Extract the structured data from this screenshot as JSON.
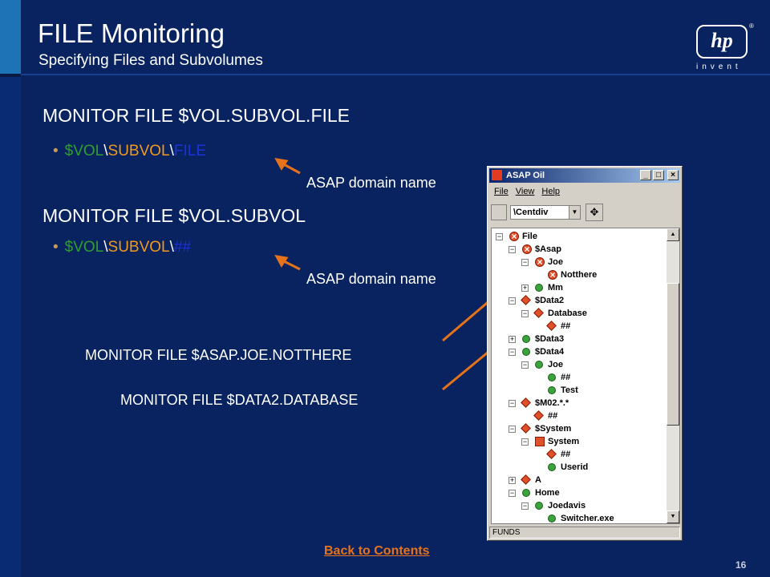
{
  "slide": {
    "title": "FILE Monitoring",
    "subtitle": "Specifying Files and Subvolumes",
    "page_number": "16",
    "back_link": "Back to Contents"
  },
  "logo": {
    "mark": "hp",
    "registered": "®",
    "tagline": "invent"
  },
  "section1": {
    "heading": "MONITOR FILE $VOL.SUBVOL.FILE",
    "bullet": {
      "p1": "$VOL",
      "s1": "\\",
      "p2": "SUBVOL",
      "s2": "\\",
      "p3": "FILE"
    },
    "label": "ASAP domain name"
  },
  "section2": {
    "heading": "MONITOR FILE $VOL.SUBVOL",
    "bullet": {
      "p1": "$VOL",
      "s1": "\\",
      "p2": "SUBVOL",
      "s2": "\\",
      "p3": "##"
    },
    "label": "ASAP domain name"
  },
  "examples": {
    "a": "MONITOR FILE $ASAP.JOE.NOTTHERE",
    "b": "MONITOR FILE $DATA2.DATABASE"
  },
  "colors": {
    "accent": "#e6731c",
    "green": "#2f9d2f",
    "orange": "#f29a1c",
    "blue": "#1c32d8",
    "background": "#08235f"
  },
  "window": {
    "title": "ASAP Oil",
    "menu": [
      "File",
      "View",
      "Help"
    ],
    "combo_value": "\\Centdiv",
    "status": "FUNDS",
    "tree": [
      {
        "label": "File",
        "depth": 0,
        "status": "x",
        "exp": "-"
      },
      {
        "label": "$Asap",
        "depth": 1,
        "status": "x",
        "exp": "-"
      },
      {
        "label": "Joe",
        "depth": 2,
        "status": "x",
        "exp": "-"
      },
      {
        "label": "Notthere",
        "depth": 3,
        "status": "x",
        "exp": ""
      },
      {
        "label": "Mm",
        "depth": 2,
        "status": "ok",
        "exp": "+"
      },
      {
        "label": "$Data2",
        "depth": 1,
        "status": "w",
        "exp": "-"
      },
      {
        "label": "Database",
        "depth": 2,
        "status": "w",
        "exp": "-"
      },
      {
        "label": "##",
        "depth": 3,
        "status": "w",
        "exp": ""
      },
      {
        "label": "$Data3",
        "depth": 1,
        "status": "ok",
        "exp": "+"
      },
      {
        "label": "$Data4",
        "depth": 1,
        "status": "ok",
        "exp": "-"
      },
      {
        "label": "Joe",
        "depth": 2,
        "status": "ok",
        "exp": "-"
      },
      {
        "label": "##",
        "depth": 3,
        "status": "ok",
        "exp": ""
      },
      {
        "label": "Test",
        "depth": 3,
        "status": "ok",
        "exp": ""
      },
      {
        "label": "$M02.*.*",
        "depth": 1,
        "status": "w",
        "exp": "-"
      },
      {
        "label": "##",
        "depth": 2,
        "status": "w",
        "exp": ""
      },
      {
        "label": "$System",
        "depth": 1,
        "status": "w",
        "exp": "-"
      },
      {
        "label": "System",
        "depth": 2,
        "status": "big",
        "exp": "-"
      },
      {
        "label": "##",
        "depth": 3,
        "status": "w",
        "exp": ""
      },
      {
        "label": "Userid",
        "depth": 3,
        "status": "ok",
        "exp": ""
      },
      {
        "label": "A",
        "depth": 1,
        "status": "w",
        "exp": "+"
      },
      {
        "label": "Home",
        "depth": 1,
        "status": "ok",
        "exp": "-"
      },
      {
        "label": "Joedavis",
        "depth": 2,
        "status": "ok",
        "exp": "-"
      },
      {
        "label": "Switcher.exe",
        "depth": 3,
        "status": "ok",
        "exp": ""
      }
    ]
  }
}
